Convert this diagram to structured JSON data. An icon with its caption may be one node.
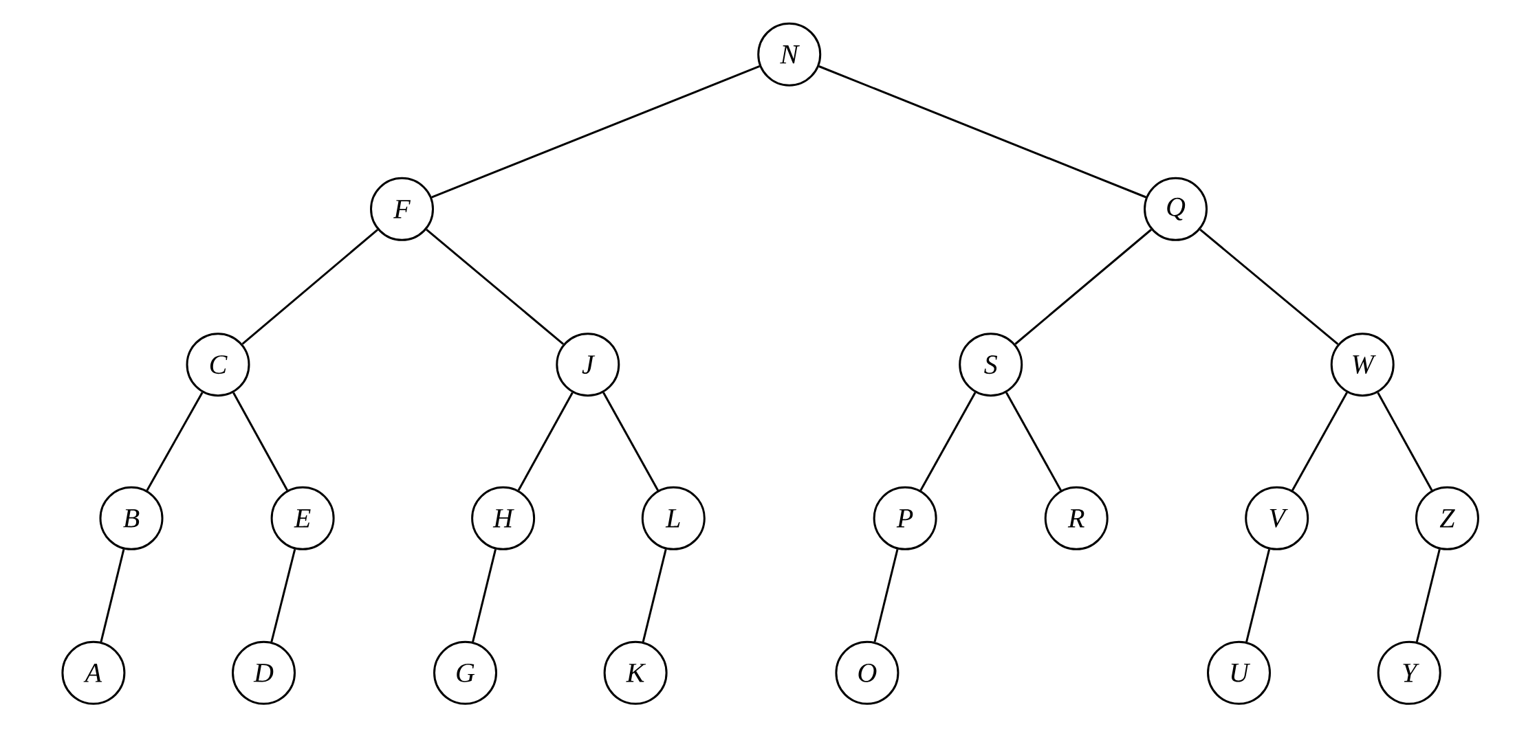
{
  "diagram": {
    "nodes": [
      {
        "text": [
          "N"
        ]
      },
      {
        "text": [
          "F"
        ]
      },
      {
        "text": [
          "Q"
        ]
      },
      {
        "text": [
          "C"
        ]
      },
      {
        "text": [
          "J"
        ]
      },
      {
        "text": [
          "S"
        ]
      },
      {
        "text": [
          "W"
        ]
      },
      {
        "text": [
          "B"
        ]
      },
      {
        "text": [
          "E"
        ]
      },
      {
        "text": [
          "H"
        ]
      },
      {
        "text": [
          "L"
        ]
      },
      {
        "text": [
          "P"
        ]
      },
      {
        "text": [
          "R"
        ]
      },
      {
        "text": [
          "V"
        ]
      },
      {
        "text": [
          "Z"
        ]
      },
      {
        "text": [
          "A"
        ]
      },
      {
        "text": [
          "D"
        ]
      },
      {
        "text": [
          "G"
        ]
      },
      {
        "text": [
          "K"
        ]
      },
      {
        "text": [
          "O"
        ]
      },
      {
        "text": [
          "U"
        ]
      },
      {
        "text": [
          "Y"
        ]
      }
    ],
    "edges": [
      {
        "from": 0,
        "to": 1,
        "arrow": "none"
      },
      {
        "from": 0,
        "to": 2,
        "arrow": "none"
      },
      {
        "from": 1,
        "to": 3,
        "arrow": "none"
      },
      {
        "from": 1,
        "to": 4,
        "arrow": "none"
      },
      {
        "from": 2,
        "to": 5,
        "arrow": "none"
      },
      {
        "from": 2,
        "to": 6,
        "arrow": "none"
      },
      {
        "from": 3,
        "to": 7,
        "arrow": "none"
      },
      {
        "from": 3,
        "to": 8,
        "arrow": "none"
      },
      {
        "from": 4,
        "to": 9,
        "arrow": "none"
      },
      {
        "from": 4,
        "to": 10,
        "arrow": "none"
      },
      {
        "from": 5,
        "to": 11,
        "arrow": "none"
      },
      {
        "from": 5,
        "to": 12,
        "arrow": "none"
      },
      {
        "from": 6,
        "to": 13,
        "arrow": "none"
      },
      {
        "from": 6,
        "to": 14,
        "arrow": "none"
      },
      {
        "from": 7,
        "to": 15,
        "arrow": "none"
      },
      {
        "from": 8,
        "to": 16,
        "arrow": "none"
      },
      {
        "from": 9,
        "to": 17,
        "arrow": "none"
      },
      {
        "from": 10,
        "to": 18,
        "arrow": "none"
      },
      {
        "from": 11,
        "to": 19,
        "arrow": "none"
      },
      {
        "from": 13,
        "to": 20,
        "arrow": "none"
      },
      {
        "from": 14,
        "to": 21,
        "arrow": "none"
      }
    ]
  }
}
